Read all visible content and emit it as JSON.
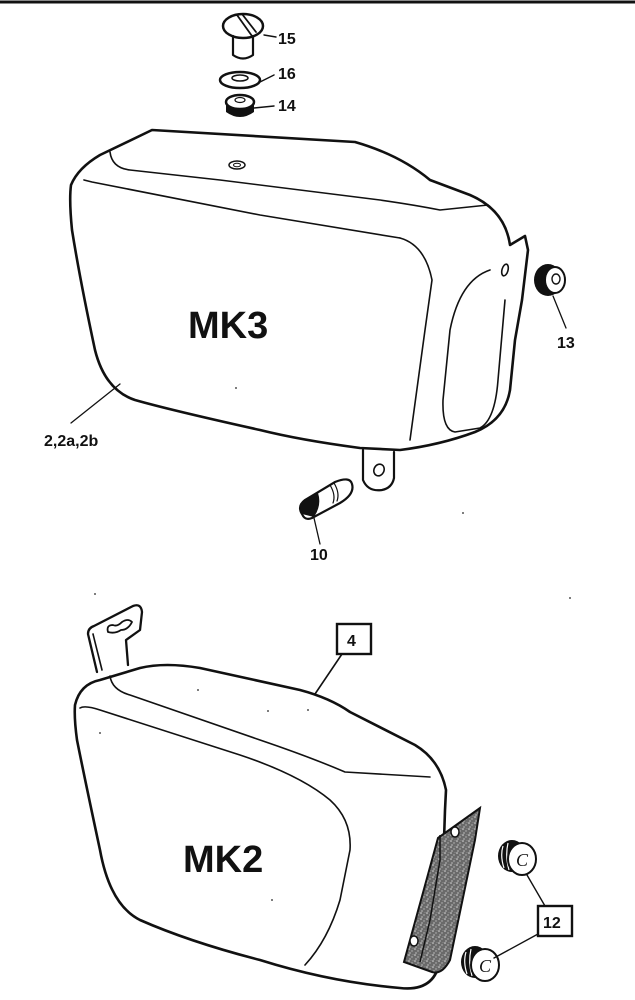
{
  "diagram": {
    "type": "exploded parts view",
    "top_assembly": {
      "model_label": "MK3",
      "callouts": [
        {
          "id": "15",
          "label": "15",
          "part": "filler cap",
          "boxed": false
        },
        {
          "id": "16",
          "label": "16",
          "part": "washer",
          "boxed": false
        },
        {
          "id": "14",
          "label": "14",
          "part": "grommet",
          "boxed": false
        },
        {
          "id": "13",
          "label": "13",
          "part": "grommet",
          "boxed": false
        },
        {
          "id": "2",
          "label": "2,2a,2b",
          "part": "side panel / tank",
          "boxed": false
        },
        {
          "id": "10",
          "label": "10",
          "part": "rubber bung",
          "boxed": false
        }
      ]
    },
    "bottom_assembly": {
      "model_label": "MK2",
      "callouts": [
        {
          "id": "4",
          "label": "4",
          "part": "side panel",
          "boxed": true
        },
        {
          "id": "12",
          "label": "12",
          "part": "grommets (x2)",
          "boxed": true
        }
      ]
    },
    "colors": {
      "line": "#111111",
      "background": "#ffffff",
      "gasket": "#555555"
    }
  }
}
